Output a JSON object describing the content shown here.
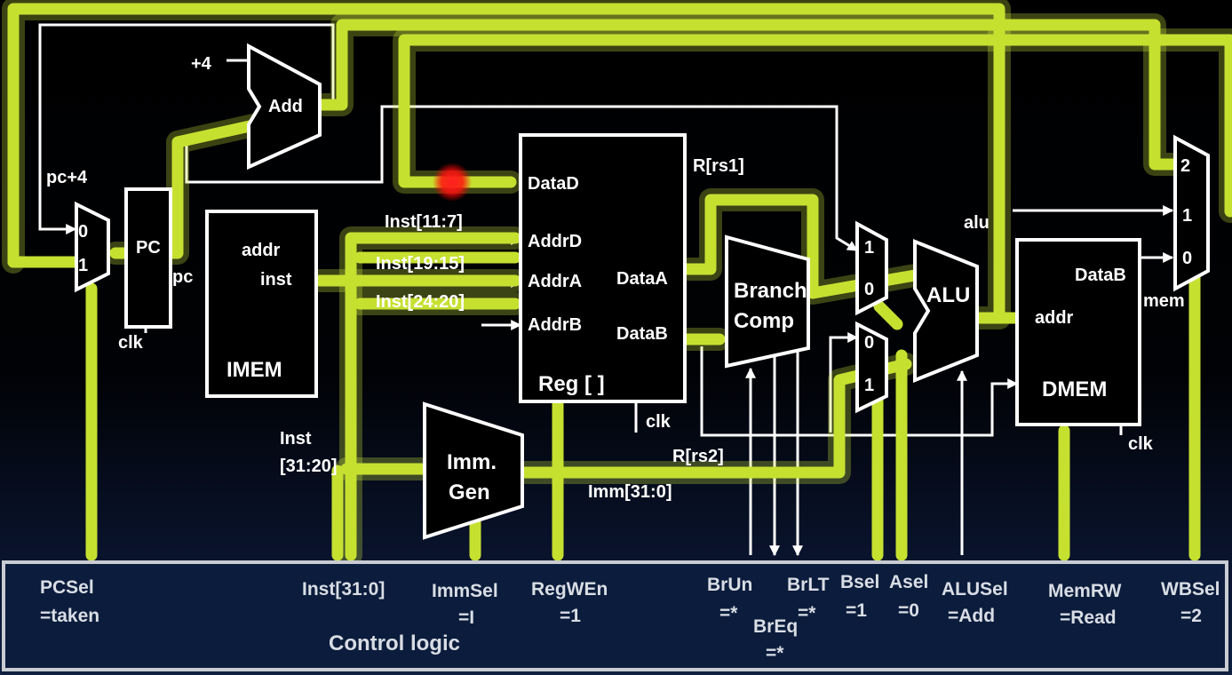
{
  "labels": {
    "plus4": "+4",
    "add": "Add",
    "pc_plus4": "pc+4",
    "pc_mux_0": "0",
    "pc_mux_1": "1",
    "pc_reg": "PC",
    "pc": "pc",
    "clk": "clk",
    "imem_addr": "addr",
    "imem_inst": "inst",
    "imem": "IMEM",
    "inst_11_7": "Inst[11:7]",
    "inst_19_15": "Inst[19:15]",
    "inst_24_20": "Inst[24:20]",
    "inst_31_20_a": "Inst",
    "inst_31_20_b": "[31:20]",
    "data_d": "DataD",
    "addr_d": "AddrD",
    "addr_a": "AddrA",
    "addr_b": "AddrB",
    "data_a": "DataA",
    "data_b": "DataB",
    "reg": "Reg [ ]",
    "r_rs1": "R[rs1]",
    "r_rs2": "R[rs2]",
    "imm_gen_1": "Imm.",
    "imm_gen_2": "Gen",
    "imm_31_0": "Imm[31:0]",
    "branch_1": "Branch",
    "branch_2": "Comp",
    "amux_1": "1",
    "amux_0": "0",
    "bmux_0": "0",
    "bmux_1": "1",
    "alu": "ALU",
    "alu_out": "alu",
    "dmem_datab": "DataB",
    "dmem_addr": "addr",
    "dmem": "DMEM",
    "wb_2": "2",
    "wb_1": "1",
    "wb_0": "0",
    "mem": "mem"
  },
  "control": {
    "title": "Control logic",
    "pcsel": "PCSel",
    "pcsel_val": "=taken",
    "inst": "Inst[31:0]",
    "immsel": "ImmSel",
    "immsel_val": "=I",
    "regwen": "RegWEn",
    "regwen_val": "=1",
    "brun": "BrUn",
    "brun_val": "=*",
    "breq": "BrEq",
    "breq_val": "=*",
    "brlt": "BrLT",
    "brlt_val": "=*",
    "bsel": "Bsel",
    "bsel_val": "=1",
    "asel": "Asel",
    "asel_val": "=0",
    "alusel": "ALUSel",
    "alusel_val": "=Add",
    "memrw": "MemRW",
    "memrw_val": "=Read",
    "wbsel": "WBSel",
    "wbsel_val": "=2"
  },
  "colors": {
    "highlight": "#c6e030",
    "wire": "#ffffff",
    "background": "#000000",
    "panel": "#0b1c3c",
    "panel_border": "#c9ccd3",
    "pointer": "#ff1a1a"
  }
}
